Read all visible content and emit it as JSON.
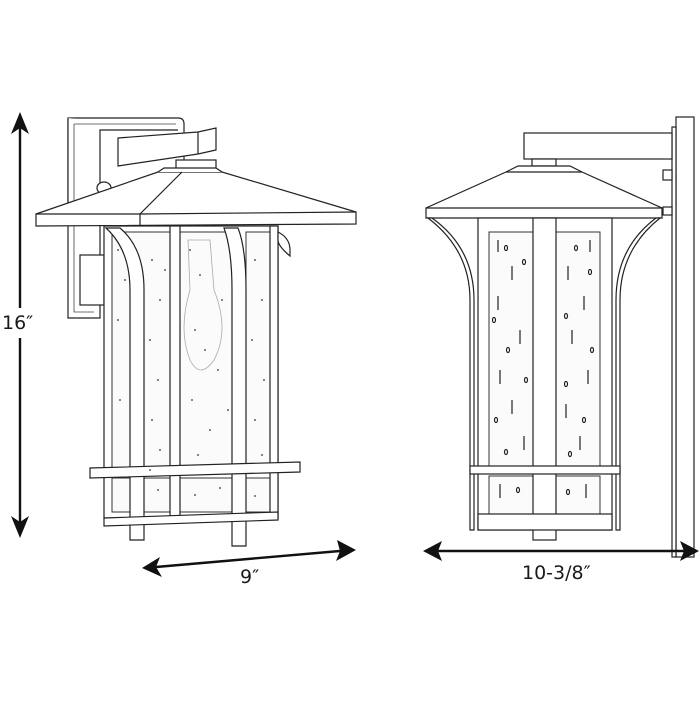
{
  "diagram": {
    "subject": "outdoor wall lantern dimension drawing",
    "views": [
      {
        "name": "front-perspective",
        "position": "left"
      },
      {
        "name": "side-elevation",
        "position": "right"
      }
    ],
    "dimensions": {
      "height": {
        "label": "16″",
        "orientation": "vertical"
      },
      "width": {
        "label": "9″",
        "orientation": "horizontal"
      },
      "extension": {
        "label": "10-3/8″",
        "orientation": "horizontal"
      }
    },
    "colors": {
      "line": "#222222",
      "background": "#ffffff"
    }
  }
}
